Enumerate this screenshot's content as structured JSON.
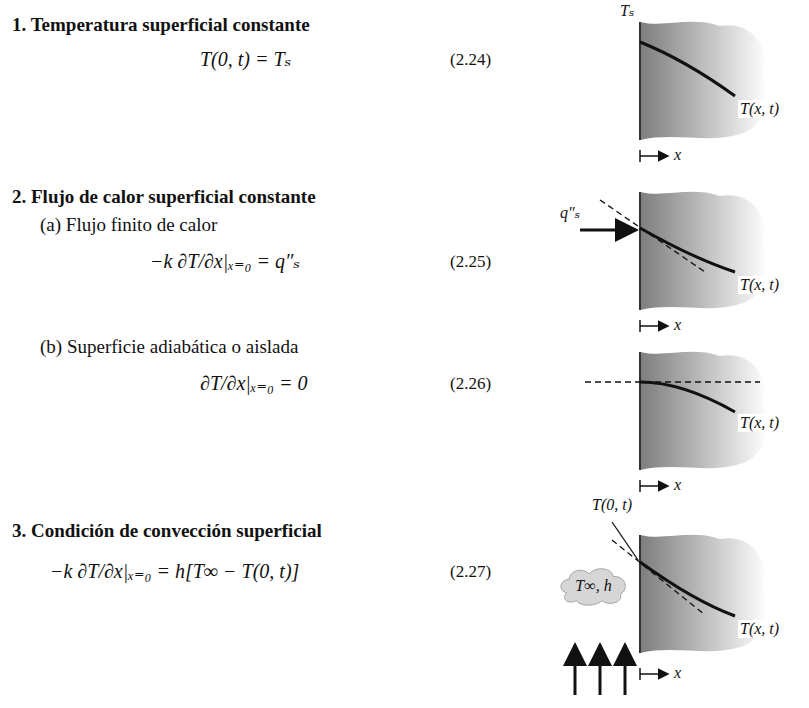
{
  "diagram": {
    "nodes": [
      {
        "text": [
          "T∞, h"
        ]
      }
    ],
    "labels": [
      "1. Temperatura superficial constante",
      "T(0, t) = Tₛ",
      "(2.24)",
      "Tₛ",
      "T(x, t)",
      "x",
      "2. Flujo de calor superficial constante",
      "(a) Flujo finito de calor",
      "−k ∂T/∂x|ₓ₌₀ = q″ₛ",
      "(2.25)",
      "q″ₛ",
      "T(x, t)",
      "x",
      "(b) Superficie adiabática o aislada",
      "∂T/∂x|ₓ₌₀ = 0",
      "(2.26)",
      "T(x, t)",
      "x",
      "3. Condición de convección superficial",
      "−k ∂T/∂x|ₓ₌₀ = h[T∞ − T(0, t)]",
      "(2.27)",
      "T(0, t)",
      "T(x, t)",
      "x"
    ]
  }
}
